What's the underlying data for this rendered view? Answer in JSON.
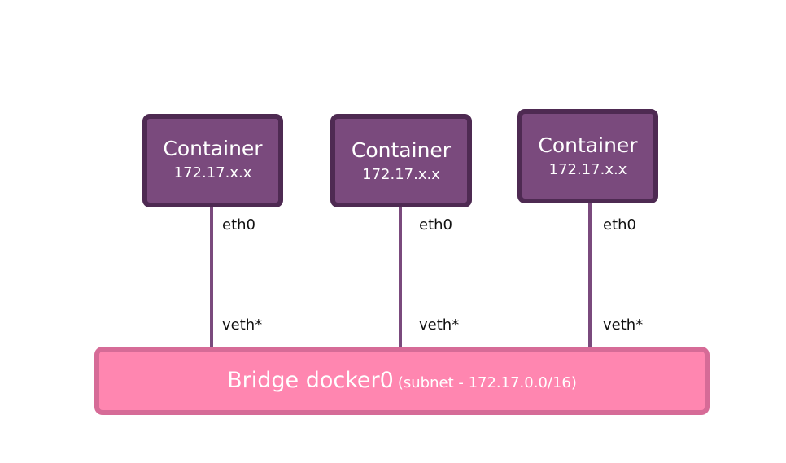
{
  "containers": [
    {
      "title": "Container",
      "ip": "172.17.x.x",
      "eth_label": "eth0",
      "veth_label": "veth*"
    },
    {
      "title": "Container",
      "ip": "172.17.x.x",
      "eth_label": "eth0",
      "veth_label": "veth*"
    },
    {
      "title": "Container",
      "ip": "172.17.x.x",
      "eth_label": "eth0",
      "veth_label": "veth*"
    }
  ],
  "bridge": {
    "title": "Bridge docker0",
    "subnet": "(subnet - 172.17.0.0/16)"
  },
  "colors": {
    "container_fill": "#7a4a7d",
    "container_border": "#4e2a52",
    "link_line": "#7a4a7d",
    "bridge_fill": "#ff86b0",
    "bridge_border": "#d66b97"
  }
}
